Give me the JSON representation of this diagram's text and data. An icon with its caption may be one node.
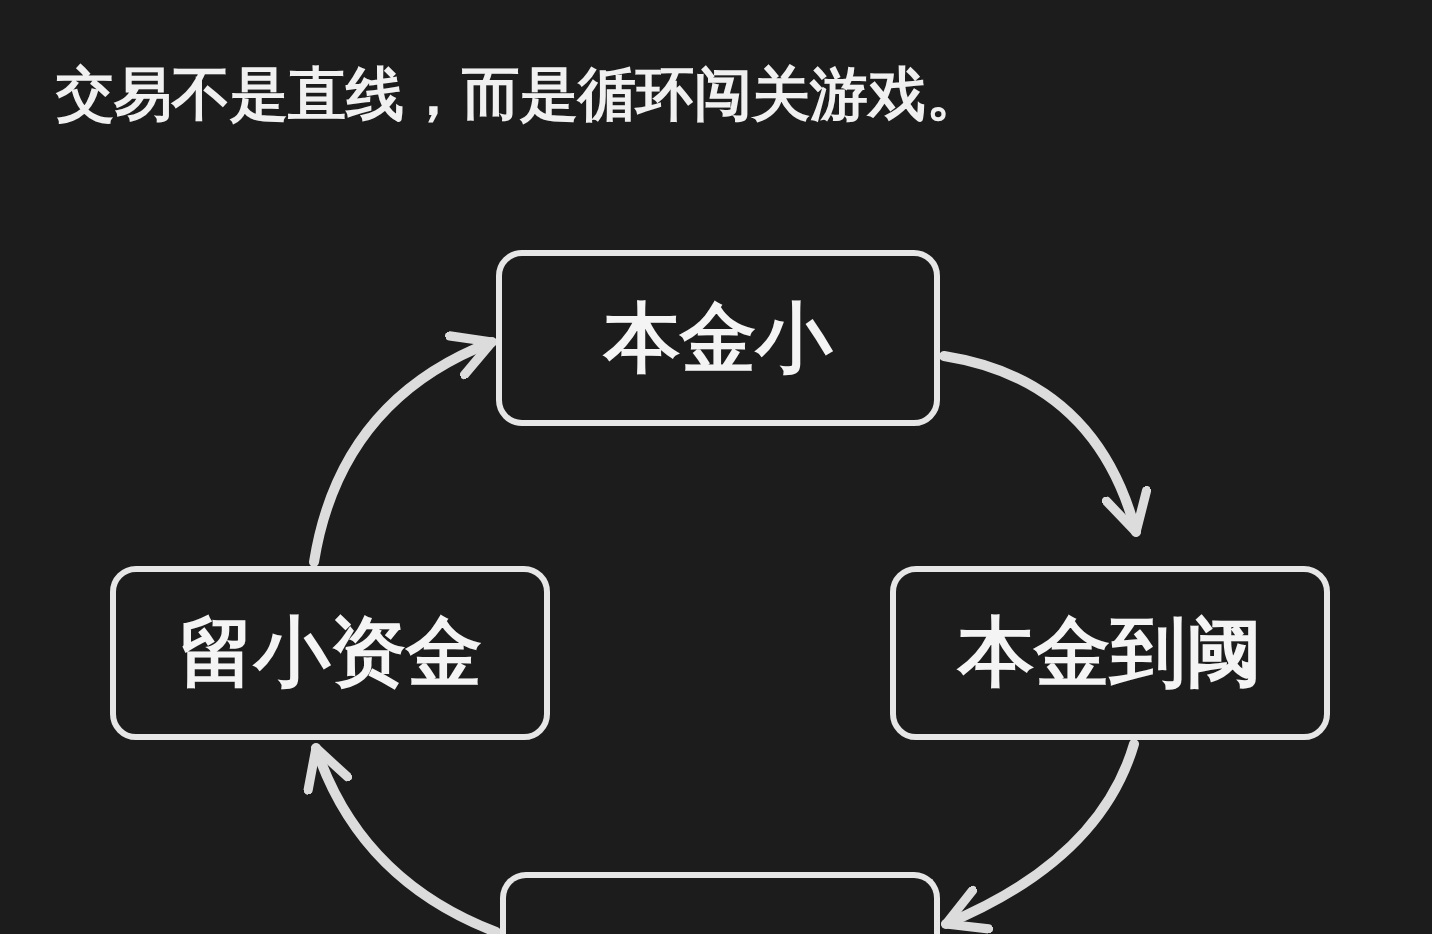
{
  "diagram": {
    "title": "交易不是直线，而是循环闯关游戏。",
    "nodes": [
      {
        "text": [
          "本金小"
        ]
      },
      {
        "text": [
          "留小资金"
        ]
      },
      {
        "text": [
          "本金到阈"
        ]
      },
      {
        "text": [],
        "shape": "box"
      }
    ],
    "edges": [
      {
        "from": 0,
        "to": 2,
        "arrow": "to"
      },
      {
        "from": 2,
        "to": 3,
        "arrow": "to"
      },
      {
        "from": 3,
        "to": 1,
        "arrow": "to"
      },
      {
        "from": 1,
        "to": 0,
        "arrow": "to"
      }
    ]
  }
}
